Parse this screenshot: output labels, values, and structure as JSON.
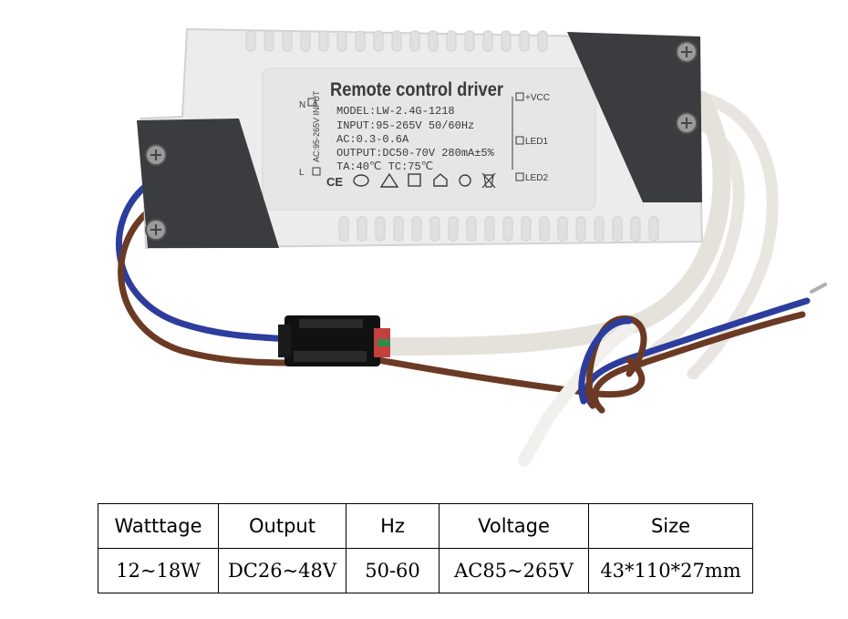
{
  "product_label": {
    "title": "Remote control driver",
    "lines": [
      "MODEL:LW-2.4G-1218",
      "INPUT:95-265V 50/60Hz",
      "AC:0.3-0.6A",
      "OUTPUT:DC50-70V 280mA±5%",
      "TA:40℃ TC:75℃"
    ],
    "input_side": "AC:95-265V INPUT",
    "input_n": "N",
    "input_l": "L",
    "vcc": "+VCC",
    "led1": "LED1",
    "led2": "LED2",
    "ce_mark": "CE"
  },
  "spec_table": {
    "headers": [
      "Watttage",
      "Output",
      "Hz",
      "Voltage",
      "Size"
    ],
    "values": [
      "12~18W",
      "DC26~48V",
      "50-60",
      "AC85~265V",
      "43*110*27mm"
    ]
  },
  "colors": {
    "housing": "#eeeeee",
    "end_cap": "#3b3c3f",
    "wire_brown": "#6b3a25",
    "wire_blue": "#2c3d9e",
    "wire_white": "#f2f0ec"
  }
}
